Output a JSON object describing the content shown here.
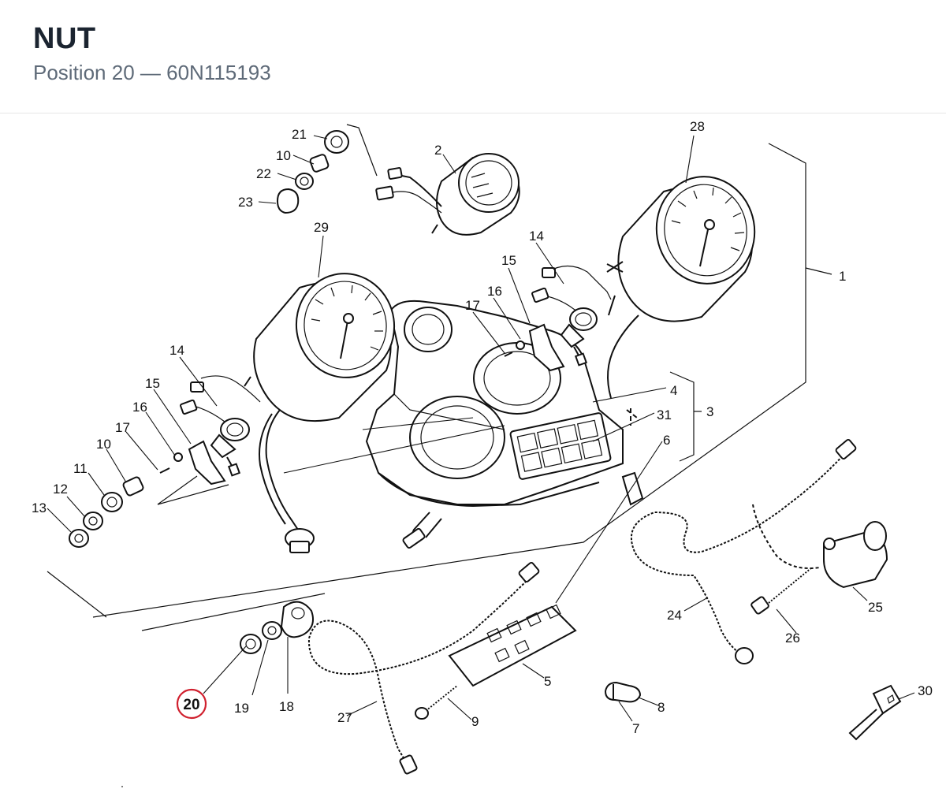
{
  "header": {
    "title": "NUT",
    "position_label": "Position",
    "position_number": "20",
    "separator": "—",
    "part_number": "60N115193"
  },
  "highlight": {
    "position": "20",
    "color": "#d0202e"
  },
  "callouts": [
    {
      "id": "c1",
      "text": "1"
    },
    {
      "id": "c2",
      "text": "2"
    },
    {
      "id": "c3",
      "text": "3"
    },
    {
      "id": "c4",
      "text": "4"
    },
    {
      "id": "c5",
      "text": "5"
    },
    {
      "id": "c6",
      "text": "6"
    },
    {
      "id": "c7",
      "text": "7"
    },
    {
      "id": "c8",
      "text": "8"
    },
    {
      "id": "c9",
      "text": "9"
    },
    {
      "id": "c10a",
      "text": "10"
    },
    {
      "id": "c10b",
      "text": "10"
    },
    {
      "id": "c11",
      "text": "11"
    },
    {
      "id": "c12",
      "text": "12"
    },
    {
      "id": "c13",
      "text": "13"
    },
    {
      "id": "c14a",
      "text": "14"
    },
    {
      "id": "c14b",
      "text": "14"
    },
    {
      "id": "c15a",
      "text": "15"
    },
    {
      "id": "c15b",
      "text": "15"
    },
    {
      "id": "c16a",
      "text": "16"
    },
    {
      "id": "c16b",
      "text": "16"
    },
    {
      "id": "c17a",
      "text": "17"
    },
    {
      "id": "c17b",
      "text": "17"
    },
    {
      "id": "c18",
      "text": "18"
    },
    {
      "id": "c19",
      "text": "19"
    },
    {
      "id": "c20",
      "text": "20"
    },
    {
      "id": "c21",
      "text": "21"
    },
    {
      "id": "c22",
      "text": "22"
    },
    {
      "id": "c23",
      "text": "23"
    },
    {
      "id": "c24",
      "text": "24"
    },
    {
      "id": "c25",
      "text": "25"
    },
    {
      "id": "c26",
      "text": "26"
    },
    {
      "id": "c27",
      "text": "27"
    },
    {
      "id": "c28",
      "text": "28"
    },
    {
      "id": "c29",
      "text": "29"
    },
    {
      "id": "c30",
      "text": "30"
    },
    {
      "id": "c31",
      "text": "31"
    }
  ]
}
